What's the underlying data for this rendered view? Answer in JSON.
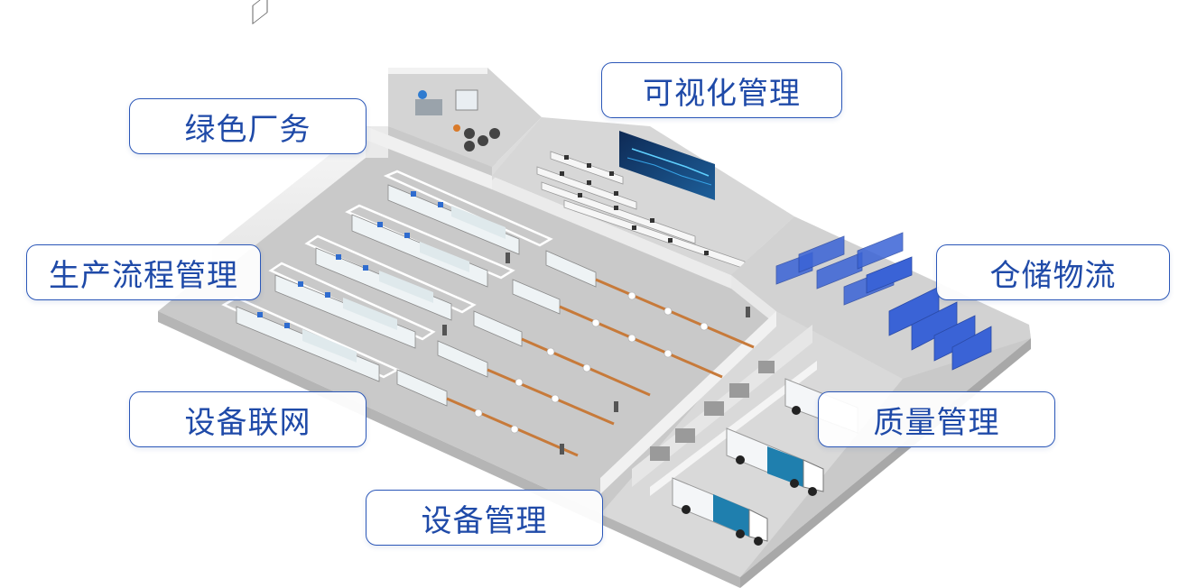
{
  "labels": {
    "green_factory": "绿色厂务",
    "visual_management": "可视化管理",
    "production_process": "生产流程管理",
    "warehouse_logistics": "仓储物流",
    "device_networking": "设备联网",
    "quality_management": "质量管理",
    "equipment_management": "设备管理"
  },
  "colors": {
    "label_border": "#2b57b8",
    "label_text": "#1f4aa8",
    "floor": "#cfcfcf",
    "wall": "#f3f3f3",
    "rack": "#3a63d6",
    "truck_accent": "#1f7fae"
  },
  "icons": [
    "video-wall-icon",
    "truck-icon",
    "storage-rack-icon",
    "robot-arm-icon",
    "chiller-icon"
  ]
}
